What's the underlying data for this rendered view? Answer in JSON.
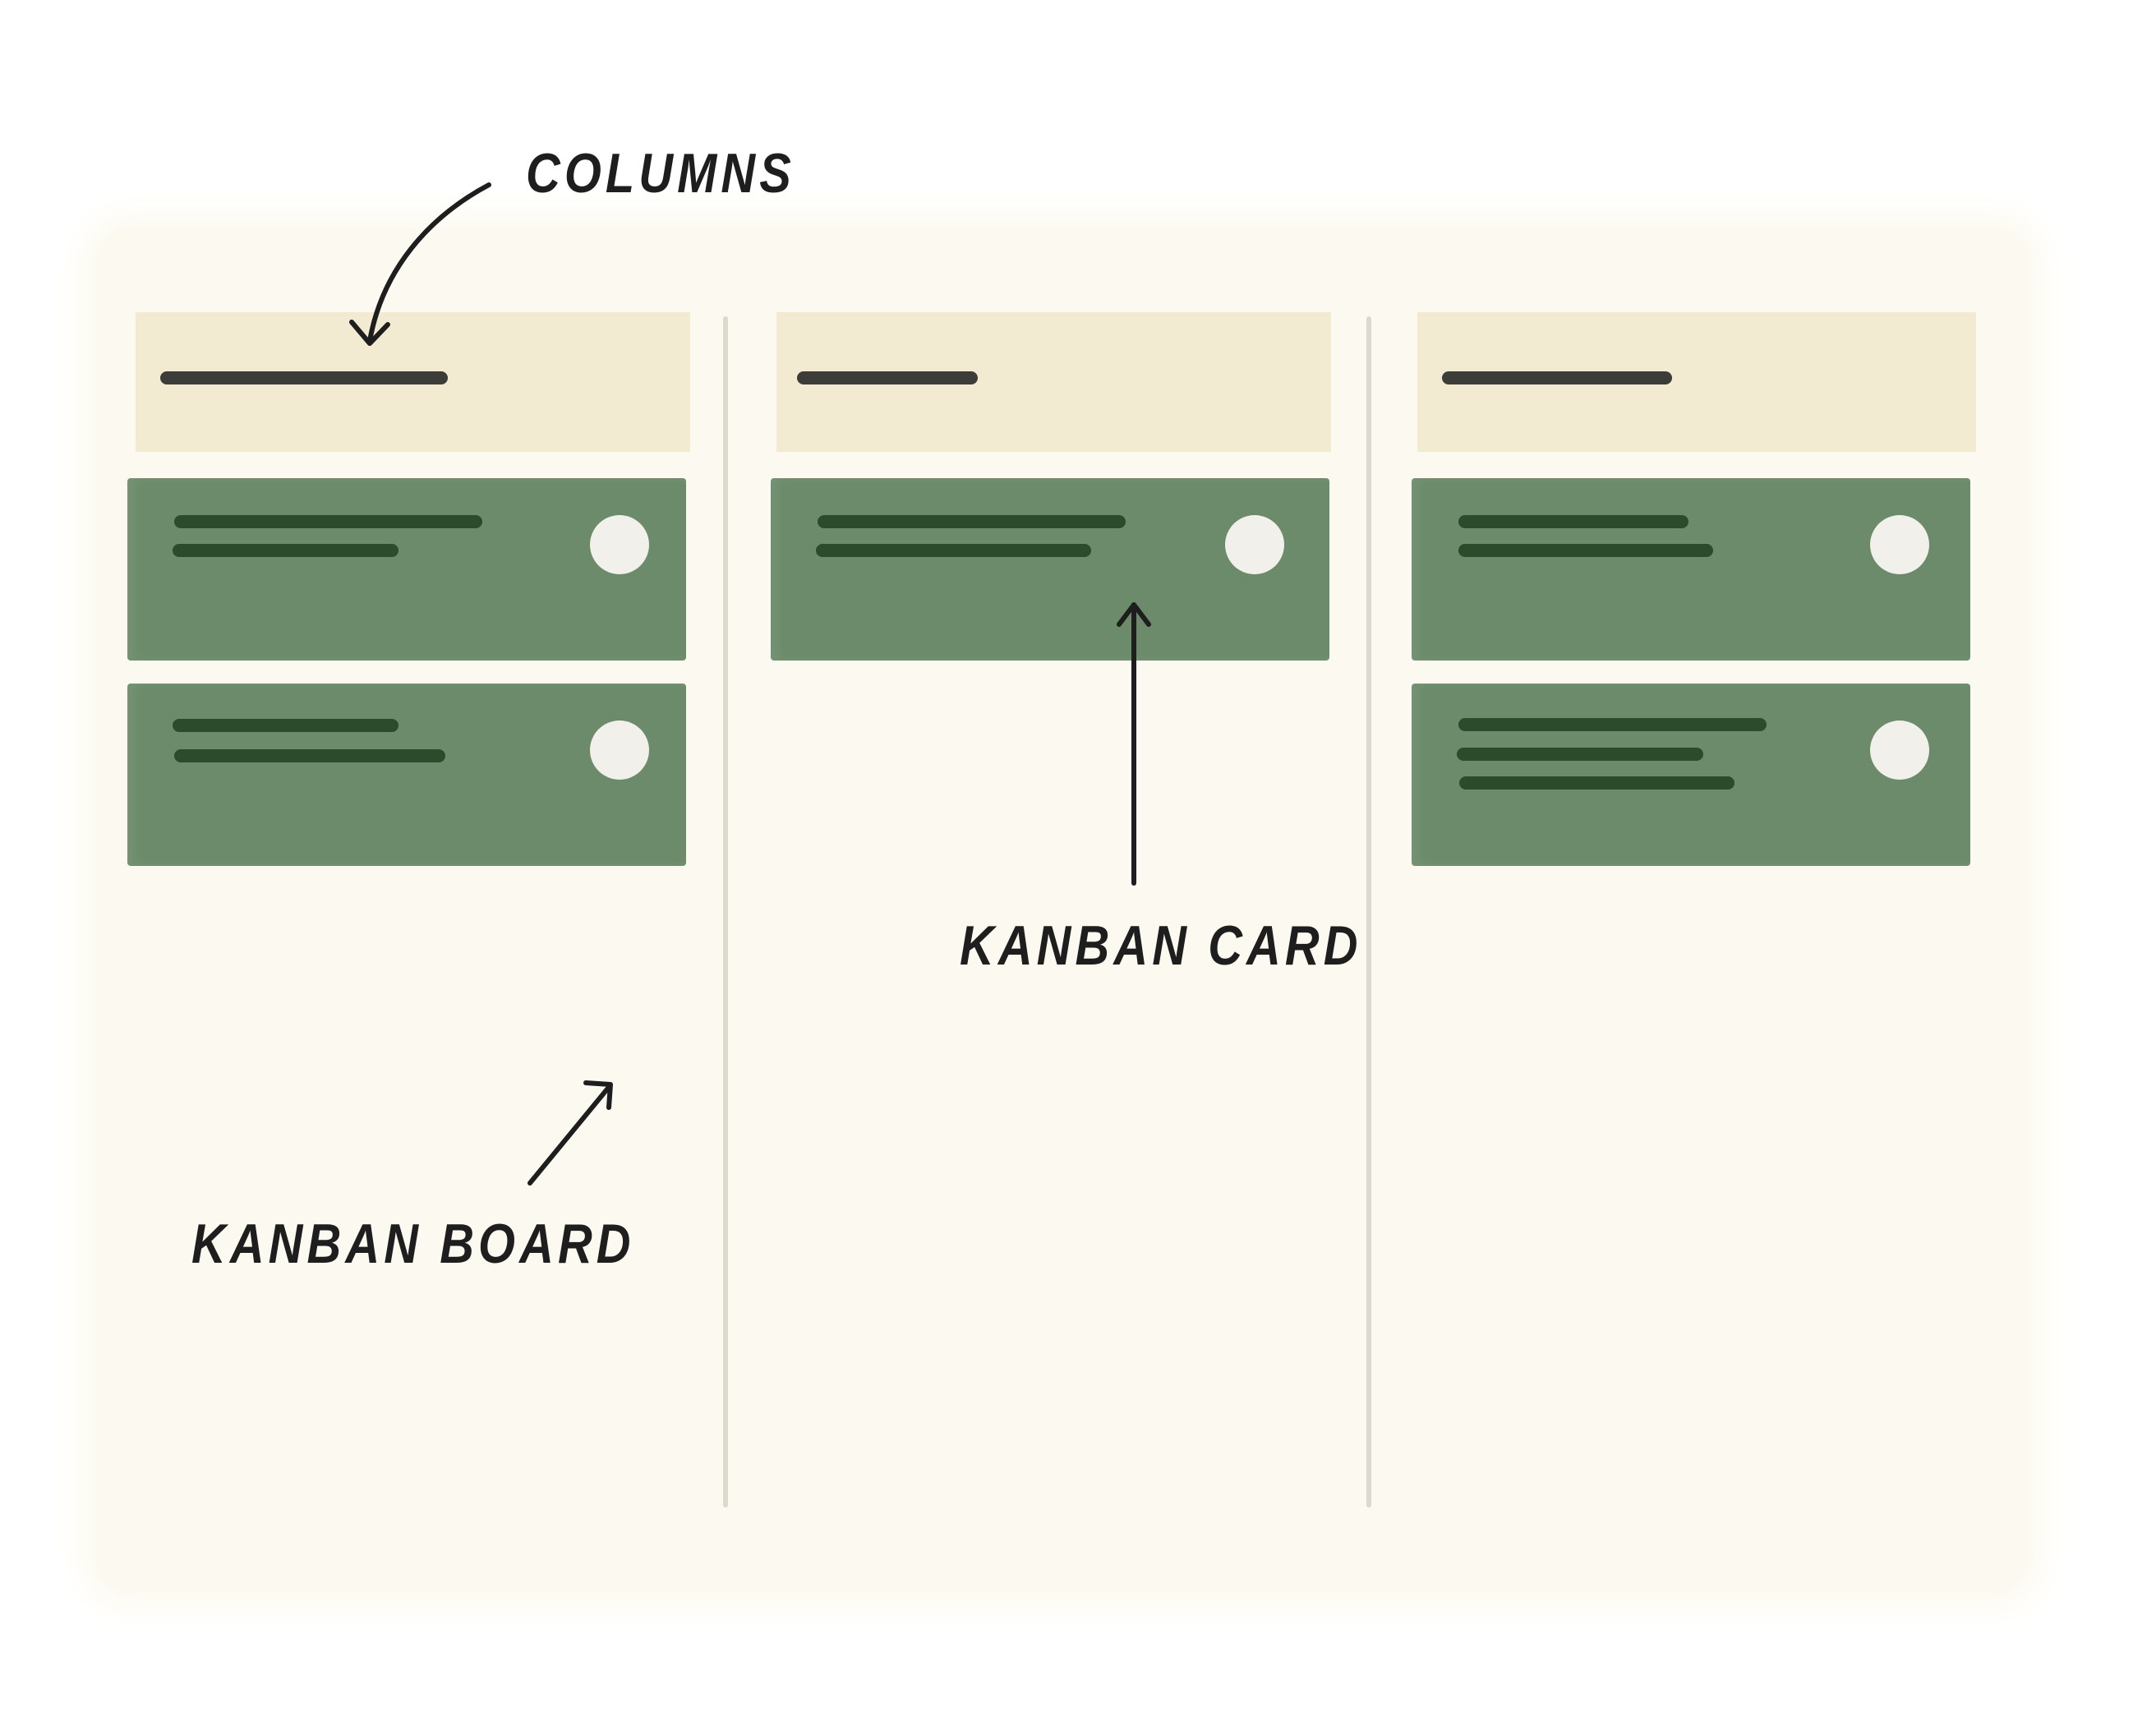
{
  "labels": {
    "columns": "COLUMNS",
    "kanban_card": "KANBAN CARD",
    "kanban_board": "KANBAN BOARD"
  },
  "colors": {
    "board_bg": "#fcfaf0",
    "column_header_bg": "#f2ebd2",
    "card_bg": "#6b8b6a",
    "card_line": "#2c4a2c",
    "avatar": "#f1f0ea",
    "divider": "#dcd9cf",
    "ink": "#1e1e1e"
  },
  "board": {
    "columns": [
      {
        "header_line_width": 350,
        "cards": [
          {
            "lines": [
              375,
              275
            ]
          },
          {
            "lines": [
              275,
              330
            ]
          }
        ]
      },
      {
        "header_line_width": 220,
        "cards": [
          {
            "lines": [
              375,
              335
            ]
          }
        ]
      },
      {
        "header_line_width": 280,
        "cards": [
          {
            "lines": [
              280,
              310
            ]
          },
          {
            "lines": [
              375,
              300,
              335
            ]
          }
        ]
      }
    ]
  }
}
